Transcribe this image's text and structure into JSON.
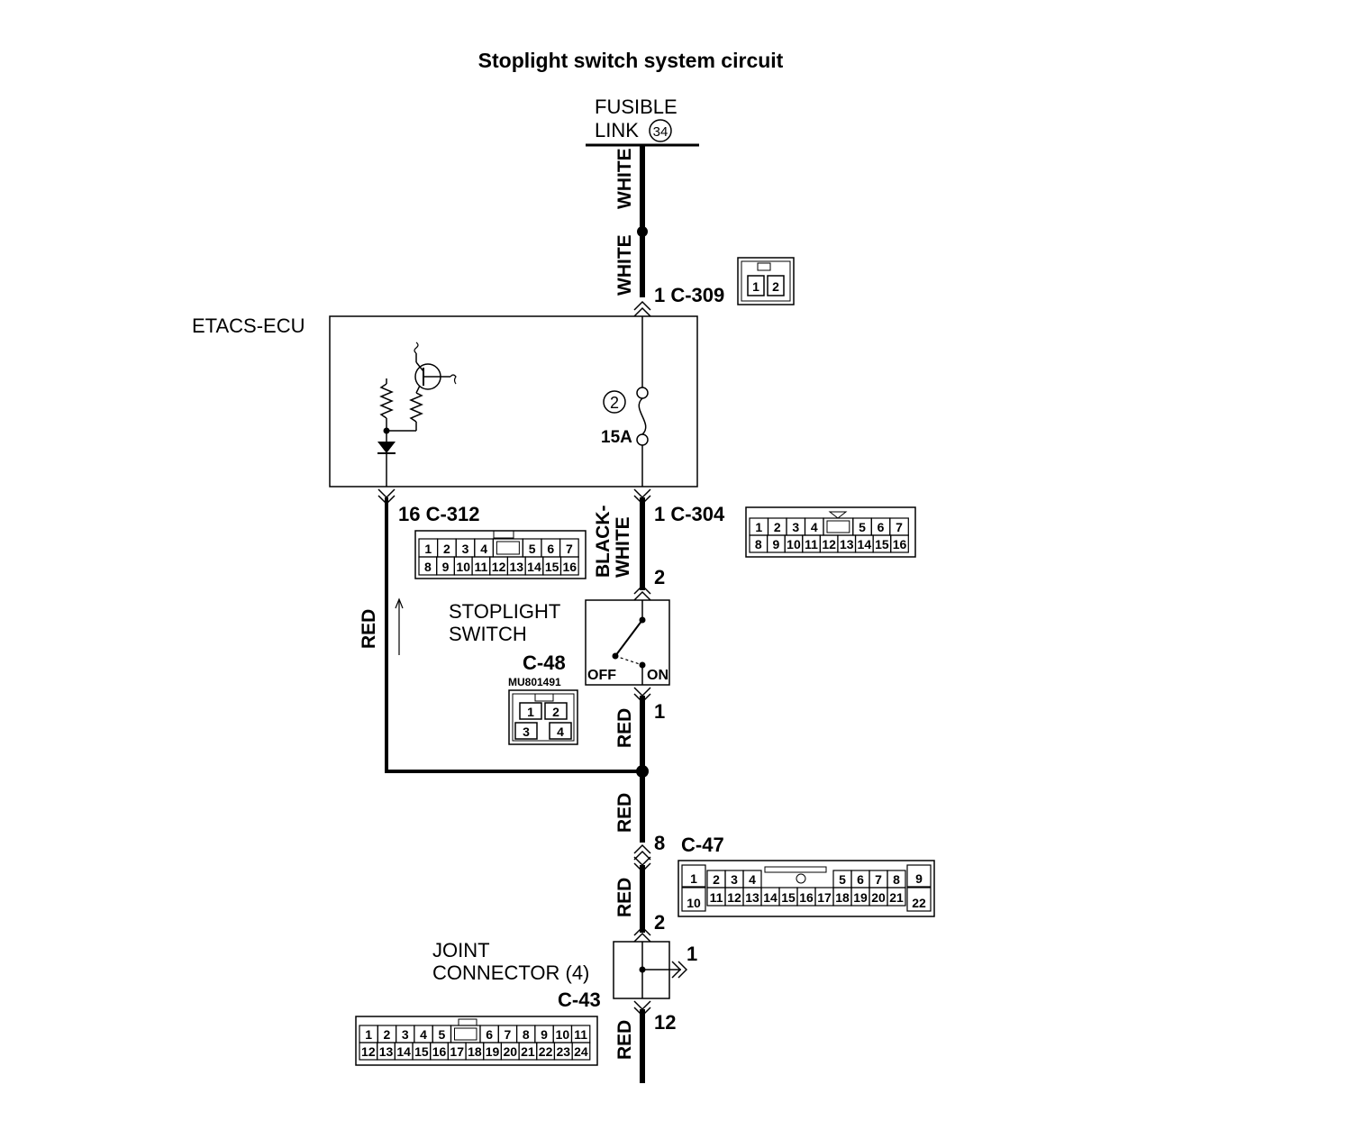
{
  "title": "Stoplight switch  system circuit",
  "fusible_link": {
    "line1": "FUSIBLE",
    "line2": "LINK",
    "number": "34"
  },
  "etacs": {
    "name": "ETACS-ECU",
    "fuse_number": "2",
    "fuse_rating": "15A"
  },
  "wires": {
    "white_upper": "WHITE",
    "white_lower": "WHITE",
    "black_white_1": "BLACK-",
    "black_white_2": "WHITE",
    "red_left": "RED",
    "red_below_switch": "RED",
    "red_mid": "RED",
    "red_lower": "RED",
    "red_bottom": "RED"
  },
  "connectors": {
    "c309": {
      "label": "1 C-309",
      "pins": [
        "1",
        "2"
      ]
    },
    "c312": {
      "label": "16 C-312",
      "row1": [
        "1",
        "2",
        "3",
        "4",
        "",
        "5",
        "6",
        "7"
      ],
      "row2": [
        "8",
        "9",
        "10",
        "11",
        "12",
        "13",
        "14",
        "15",
        "16"
      ]
    },
    "c304": {
      "label": "1 C-304",
      "row1": [
        "1",
        "2",
        "3",
        "4",
        "",
        "5",
        "6",
        "7"
      ],
      "row2": [
        "8",
        "9",
        "10",
        "11",
        "12",
        "13",
        "14",
        "15",
        "16"
      ]
    },
    "c48": {
      "label": "C-48",
      "part": "MU801491",
      "pins": [
        "1",
        "2",
        "3",
        "4"
      ]
    },
    "c47": {
      "pin": "8",
      "label": "C-47",
      "left_col": [
        "1",
        "10"
      ],
      "row1": [
        "2",
        "3",
        "4",
        "",
        "5",
        "6",
        "7",
        "8"
      ],
      "row2": [
        "11",
        "12",
        "13",
        "14",
        "15",
        "16",
        "17",
        "18",
        "19",
        "20",
        "21"
      ],
      "right_col": [
        "9",
        "22"
      ]
    },
    "c43": {
      "label": "C-43",
      "row1": [
        "1",
        "2",
        "3",
        "4",
        "5",
        "",
        "6",
        "7",
        "8",
        "9",
        "10",
        "11"
      ],
      "row2": [
        "12",
        "13",
        "14",
        "15",
        "16",
        "17",
        "18",
        "19",
        "20",
        "21",
        "22",
        "23",
        "24"
      ]
    }
  },
  "stoplight_switch": {
    "line1": "STOPLIGHT",
    "line2": "SWITCH",
    "off": "OFF",
    "on": "ON",
    "pin_top": "2",
    "pin_bottom": "1"
  },
  "joint_connector": {
    "line1": "JOINT",
    "line2": "CONNECTOR (4)",
    "pin_top": "2",
    "pin_right": "1",
    "pin_bottom": "12"
  }
}
